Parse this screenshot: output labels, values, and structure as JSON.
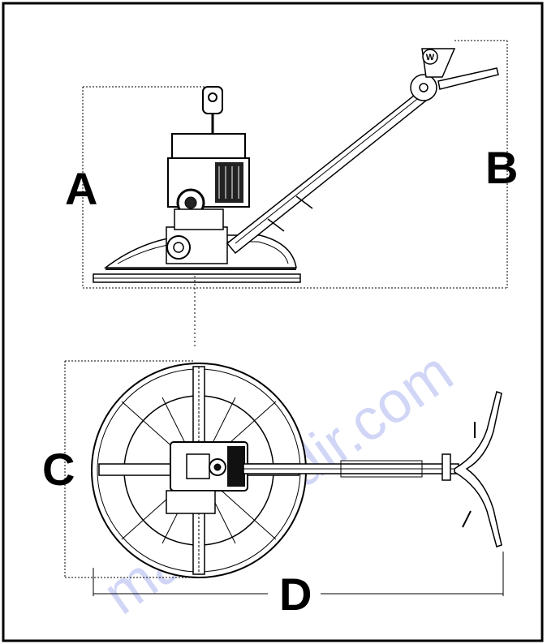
{
  "diagram": {
    "labels": {
      "height_label": "A",
      "length_label": "B",
      "diameter_label": "C",
      "overall_length_label": "D"
    },
    "logo_mark": "W",
    "watermark": "manualsdir.com"
  }
}
